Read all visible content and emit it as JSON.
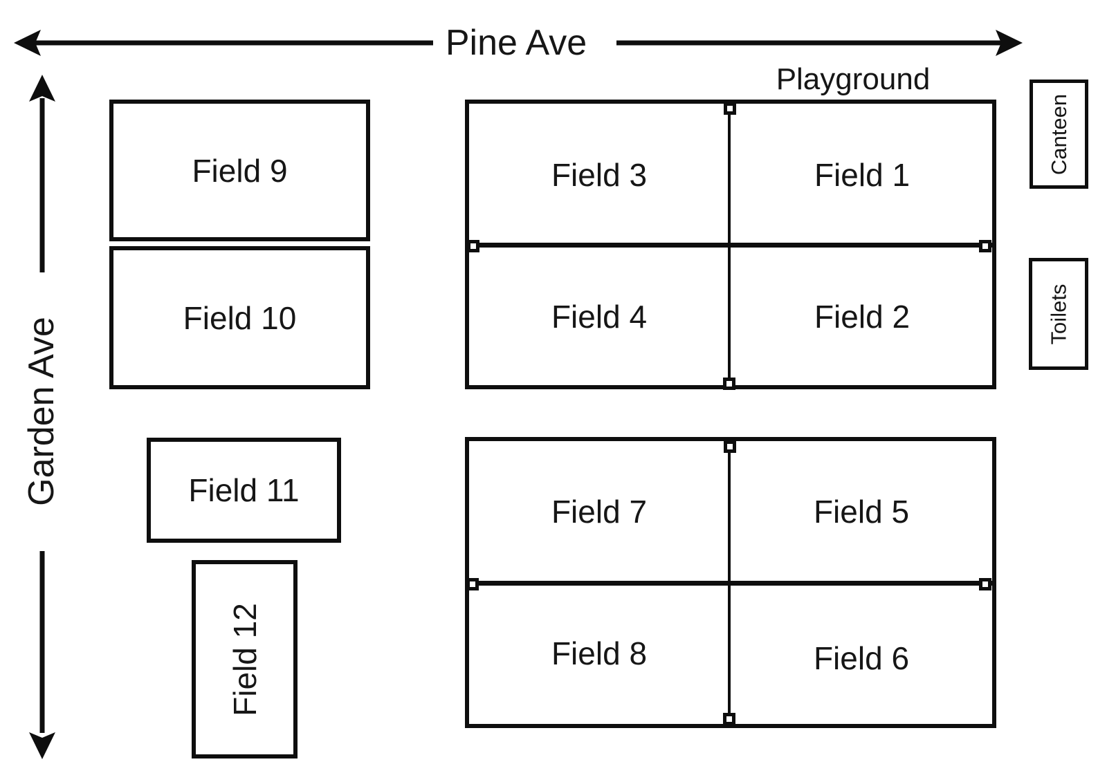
{
  "canvas": {
    "background": "#ffffff",
    "line_color": "#0e0e0e",
    "text_color": "#161616"
  },
  "streets": {
    "pine_ave": "Pine Ave",
    "garden_ave": "Garden Ave"
  },
  "playground": {
    "label": "Playground"
  },
  "facilities": {
    "canteen": "Canteen",
    "toilets": "Toilets"
  },
  "fields": {
    "field1": "Field 1",
    "field2": "Field 2",
    "field3": "Field 3",
    "field4": "Field 4",
    "field5": "Field 5",
    "field6": "Field 6",
    "field7": "Field 7",
    "field8": "Field 8",
    "field9": "Field 9",
    "field10": "Field 10",
    "field11": "Field 11",
    "field12": "Field 12"
  }
}
